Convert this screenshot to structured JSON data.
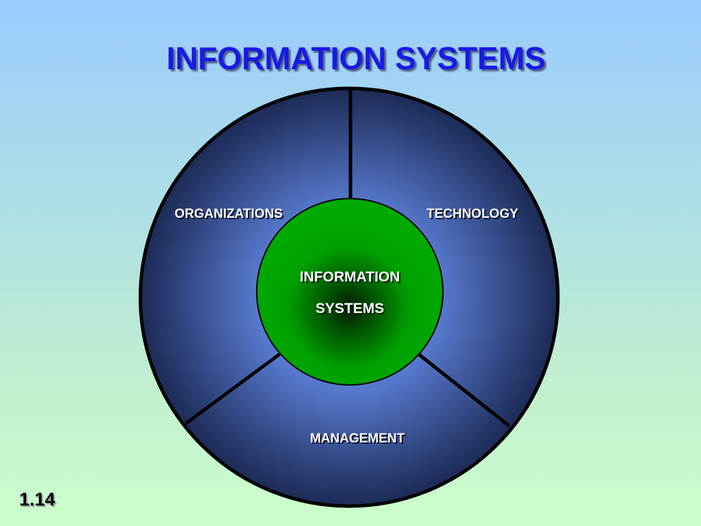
{
  "title": "INFORMATION SYSTEMS",
  "diagram": {
    "segments": {
      "organizations": "ORGANIZATIONS",
      "technology": "TECHNOLOGY",
      "management": "MANAGEMENT"
    },
    "core": {
      "line1": "INFORMATION",
      "line2": "SYSTEMS"
    }
  },
  "page_number": "1.14",
  "colors": {
    "title": "#1a1ae6",
    "outer_ring_dark": "#1c2a55",
    "outer_ring_light": "#6b93e6",
    "core_green": "#00aa00",
    "core_dark": "#002200"
  }
}
